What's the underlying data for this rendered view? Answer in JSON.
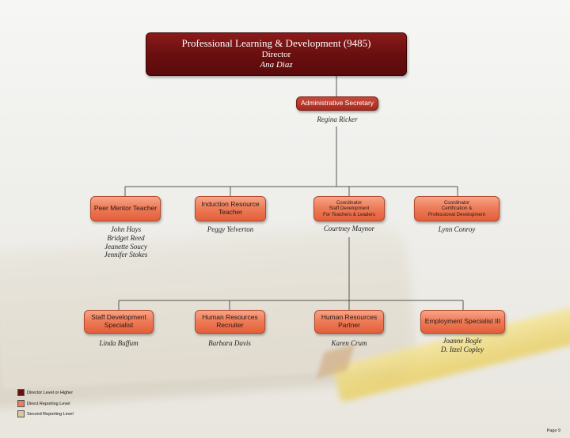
{
  "director": {
    "title": "Professional Learning & Development (9485)",
    "role": "Director",
    "name": "Ana Diaz"
  },
  "admin": {
    "title": "Administrative Secretary",
    "name": "Regina Ricker"
  },
  "row1": [
    {
      "line1": "Peer Mentor Teacher",
      "names": [
        "John Hays",
        "Bridget Reed",
        "Jeanette Soucy",
        "Jennifer Stokes"
      ]
    },
    {
      "line1": "Induction Resource",
      "line2": "Teacher",
      "names": [
        "Peggy Yelverton"
      ]
    },
    {
      "line1": "Coordinator",
      "line2": "Staff Development",
      "line3": "For Teachers & Leaders",
      "names": [
        "Courtney Maynor"
      ]
    },
    {
      "line1": "Coordinator",
      "line2": "Certification &",
      "line3": "Professional Development",
      "names": [
        "Lynn Conroy"
      ]
    }
  ],
  "row2": [
    {
      "line1": "Staff Development",
      "line2": "Specialist",
      "names": [
        "Linda Buffum"
      ]
    },
    {
      "line1": "Human Resources",
      "line2": "Recruiter",
      "names": [
        "Barbara Davis"
      ]
    },
    {
      "line1": "Human Resources",
      "line2": "Partner",
      "names": [
        "Karen Crum"
      ]
    },
    {
      "line1": "Employment Specialist III",
      "names": [
        "Joanne Bogle",
        "D. Itzel Copley"
      ]
    }
  ],
  "legend": [
    {
      "label": "Director Level or Higher",
      "color": "#6a0f10"
    },
    {
      "label": "Direct Reporting Level",
      "color": "#ee7d5a"
    },
    {
      "label": "Second Reporting Level",
      "color": "#d9c8a0"
    }
  ],
  "page": "Page 9"
}
